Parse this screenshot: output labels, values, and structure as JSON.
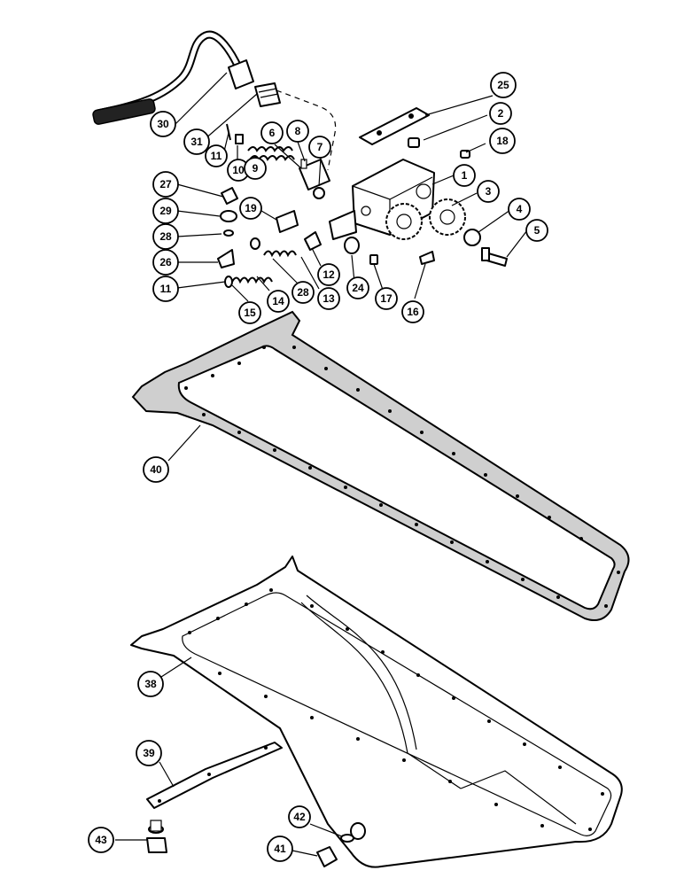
{
  "callouts": [
    {
      "id": "c30",
      "label": "30"
    },
    {
      "id": "c31",
      "label": "31"
    },
    {
      "id": "c11a",
      "label": "11"
    },
    {
      "id": "c10",
      "label": "10"
    },
    {
      "id": "c6",
      "label": "6"
    },
    {
      "id": "c8",
      "label": "8"
    },
    {
      "id": "c7",
      "label": "7"
    },
    {
      "id": "c9",
      "label": "9"
    },
    {
      "id": "c25",
      "label": "25"
    },
    {
      "id": "c2",
      "label": "2"
    },
    {
      "id": "c18",
      "label": "18"
    },
    {
      "id": "c1",
      "label": "1"
    },
    {
      "id": "c3",
      "label": "3"
    },
    {
      "id": "c4",
      "label": "4"
    },
    {
      "id": "c5",
      "label": "5"
    },
    {
      "id": "c27",
      "label": "27"
    },
    {
      "id": "c29",
      "label": "29"
    },
    {
      "id": "c28a",
      "label": "28"
    },
    {
      "id": "c19",
      "label": "19"
    },
    {
      "id": "c26",
      "label": "26"
    },
    {
      "id": "c11b",
      "label": "11"
    },
    {
      "id": "c15",
      "label": "15"
    },
    {
      "id": "c14",
      "label": "14"
    },
    {
      "id": "c28b",
      "label": "28"
    },
    {
      "id": "c13",
      "label": "13"
    },
    {
      "id": "c12",
      "label": "12"
    },
    {
      "id": "c24",
      "label": "24"
    },
    {
      "id": "c17",
      "label": "17"
    },
    {
      "id": "c16",
      "label": "16"
    },
    {
      "id": "c40",
      "label": "40"
    },
    {
      "id": "c38",
      "label": "38"
    },
    {
      "id": "c39",
      "label": "39"
    },
    {
      "id": "c43",
      "label": "43"
    },
    {
      "id": "c42",
      "label": "42"
    },
    {
      "id": "c41",
      "label": "41"
    }
  ]
}
